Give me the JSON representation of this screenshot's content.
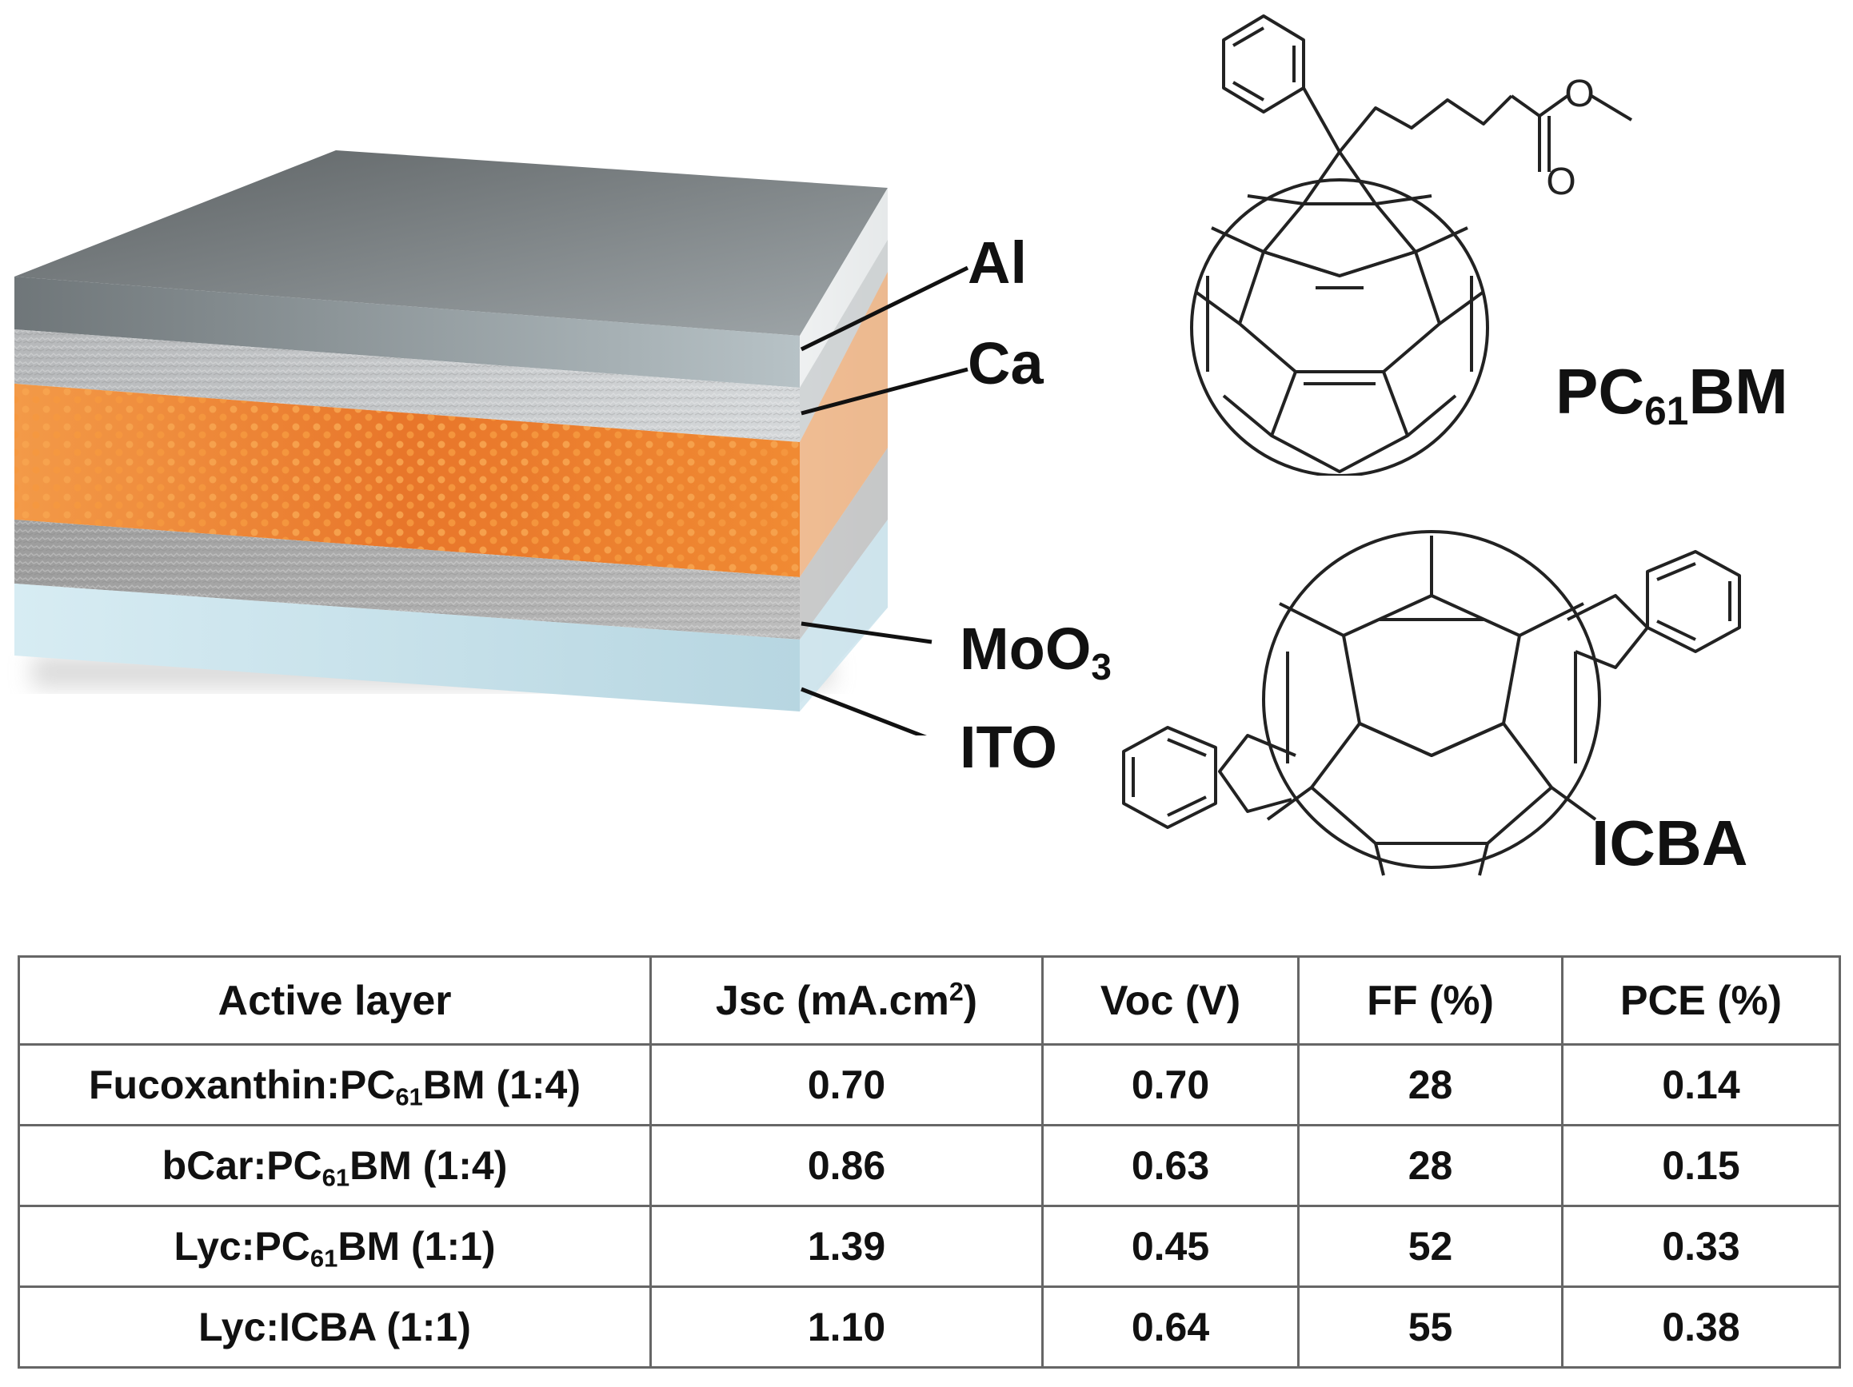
{
  "device": {
    "layers": [
      {
        "name": "Al",
        "sub": ""
      },
      {
        "name": "Ca",
        "sub": ""
      },
      {
        "name": "MoO",
        "sub": "3"
      },
      {
        "name": "ITO",
        "sub": ""
      }
    ],
    "colors": {
      "al": "#7d8487",
      "ca": "#b9bdbf",
      "active": "#f08a33",
      "moo3": "#a6a6a6",
      "ito": "#cfe6ee"
    }
  },
  "molecules": {
    "pcbm": {
      "prefix": "PC",
      "sub": "61",
      "suffix": "BM"
    },
    "icba": {
      "label": "ICBA"
    }
  },
  "table": {
    "headers": [
      {
        "text": "Active layer",
        "sup": ""
      },
      {
        "text": "Jsc (mA.cm",
        "sup": "2",
        "close": ")"
      },
      {
        "text": "Voc (V)",
        "sup": ""
      },
      {
        "text": "FF (%)",
        "sup": ""
      },
      {
        "text": "PCE (%)",
        "sup": ""
      }
    ],
    "rows": [
      {
        "layer": {
          "pre": "Fucoxanthin:PC",
          "sub": "61",
          "post": "BM (1:4)"
        },
        "jsc": "0.70",
        "voc": "0.70",
        "ff": "28",
        "pce": "0.14"
      },
      {
        "layer": {
          "pre": "bCar:PC",
          "sub": "61",
          "post": "BM (1:4)"
        },
        "jsc": "0.86",
        "voc": "0.63",
        "ff": "28",
        "pce": "0.15"
      },
      {
        "layer": {
          "pre": "Lyc:PC",
          "sub": "61",
          "post": "BM (1:1)"
        },
        "jsc": "1.39",
        "voc": "0.45",
        "ff": "52",
        "pce": "0.33"
      },
      {
        "layer": {
          "pre": "Lyc:ICBA (1:1)",
          "sub": "",
          "post": ""
        },
        "jsc": "1.10",
        "voc": "0.64",
        "ff": "55",
        "pce": "0.38"
      }
    ]
  }
}
